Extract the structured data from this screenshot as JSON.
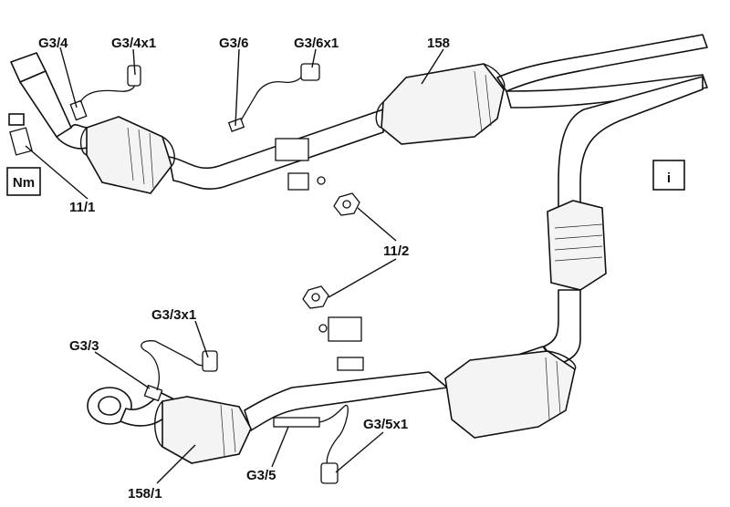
{
  "labels": {
    "g3_4": "G3/4",
    "g3_4x1": "G3/4x1",
    "g3_6": "G3/6",
    "g3_6x1": "G3/6x1",
    "n158": "158",
    "n11_1": "11/1",
    "n11_2": "11/2",
    "g3_3x1": "G3/3x1",
    "g3_3": "G3/3",
    "g3_5x1": "G3/5x1",
    "g3_5": "G3/5",
    "n158_1": "158/1"
  },
  "symbols": {
    "torque_box": "Nm",
    "info_box": "i"
  }
}
